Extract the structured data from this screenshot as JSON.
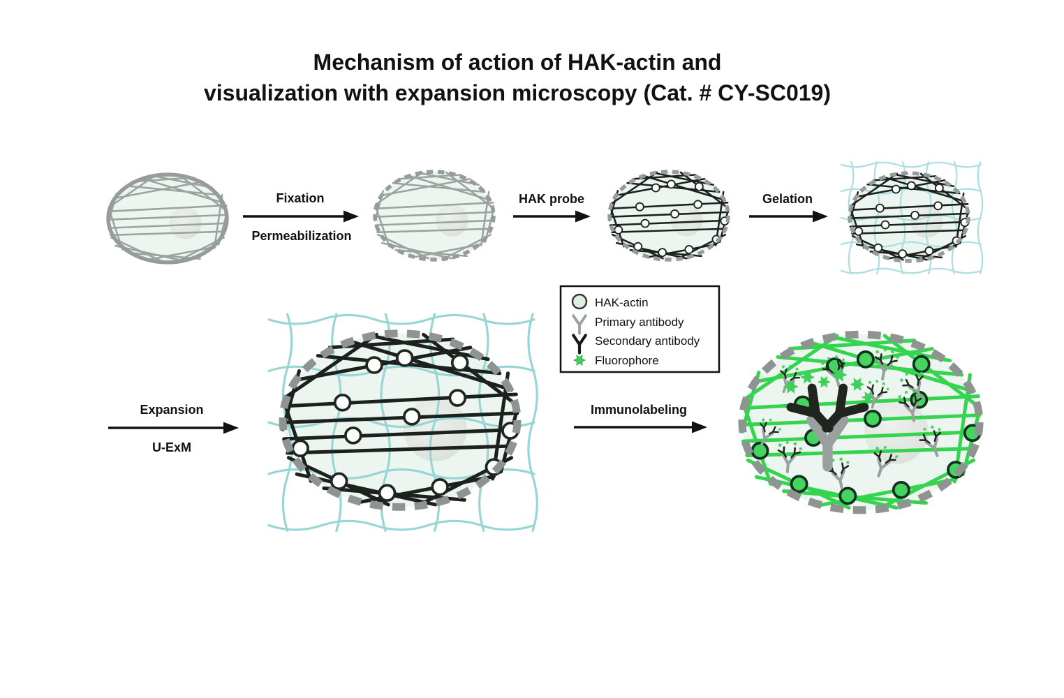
{
  "title": {
    "line1": "Mechanism of action of HAK-actin and",
    "line2": "visualization with expansion microscopy (Cat. # CY-SC019)"
  },
  "arrows": {
    "fixation": {
      "top": "Fixation",
      "bottom": "Permeabilization"
    },
    "hak_probe": {
      "top": "HAK probe"
    },
    "gelation": {
      "top": "Gelation"
    },
    "expansion": {
      "top": "Expansion",
      "bottom": "U-ExM"
    },
    "immunolabeling": {
      "top": "Immunolabeling"
    }
  },
  "legend": {
    "items": [
      {
        "icon": "hak-actin-circle",
        "label": "HAK-actin"
      },
      {
        "icon": "primary-antibody-y",
        "label": "Primary antibody"
      },
      {
        "icon": "secondary-antibody-y",
        "label": "Secondary antibody"
      },
      {
        "icon": "fluorophore-star",
        "label": "Fluorophore"
      }
    ]
  },
  "colors": {
    "membrane_gray": "#979c9a",
    "cytoskeleton_gray": "#9ba39f",
    "cytoskeleton_black": "#1c211e",
    "cytoskeleton_green": "#35d44f",
    "gel_mesh_teal": "#9bd8da",
    "cell_interior": "#ecf5ef",
    "nucleus_gray": "#dde3dd",
    "probe_fill_white": "#fcfefc",
    "probe_fill_green": "#45d45f",
    "fluorophore_green": "#3fd05b",
    "primary_antibody_gray": "#9aa09f",
    "secondary_antibody_black": "#23261f",
    "arrow_black": "#111111"
  }
}
